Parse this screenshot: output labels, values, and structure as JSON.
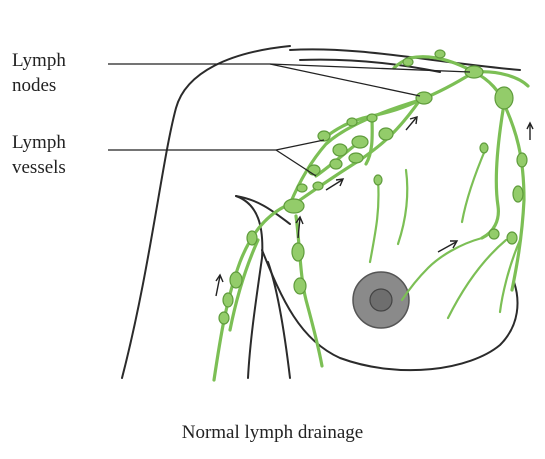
{
  "labels": {
    "lymph_nodes_line1": "Lymph",
    "lymph_nodes_line2": "nodes",
    "lymph_vessels_line1": "Lymph",
    "lymph_vessels_line2": "vessels"
  },
  "caption": "Normal lymph drainage",
  "colors": {
    "vessel": "#7cbf55",
    "node": "#93cc6a",
    "outline": "#2b2b2b",
    "nipple": "#8a8a8a"
  }
}
